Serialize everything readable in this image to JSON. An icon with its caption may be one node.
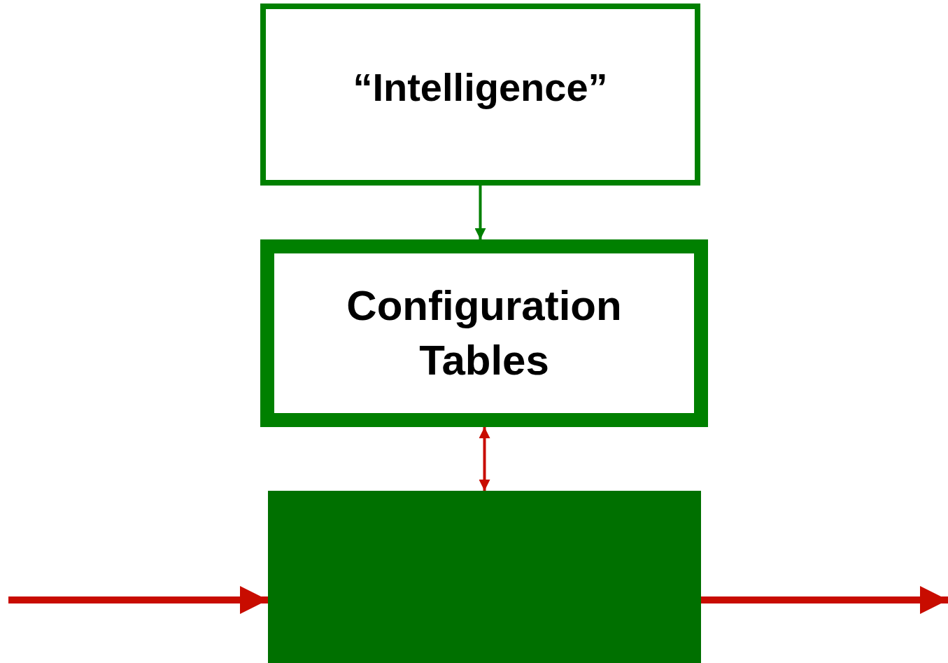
{
  "diagram": {
    "nodes": [
      {
        "text": [
          "“Intelligence”"
        ]
      },
      {
        "text": [
          "Configuration Tables"
        ]
      },
      {
        "text": [],
        "shape": "box"
      }
    ],
    "edges": [
      {
        "from": 0,
        "to": 1,
        "arrow": "to",
        "color": "#008000"
      },
      {
        "from": 1,
        "to": 2,
        "arrow": "both"
      },
      {
        "from": null,
        "to": 2,
        "arrow": "to",
        "style": "thick"
      },
      {
        "from": 2,
        "to": null,
        "arrow": "to",
        "style": "thick"
      }
    ]
  }
}
